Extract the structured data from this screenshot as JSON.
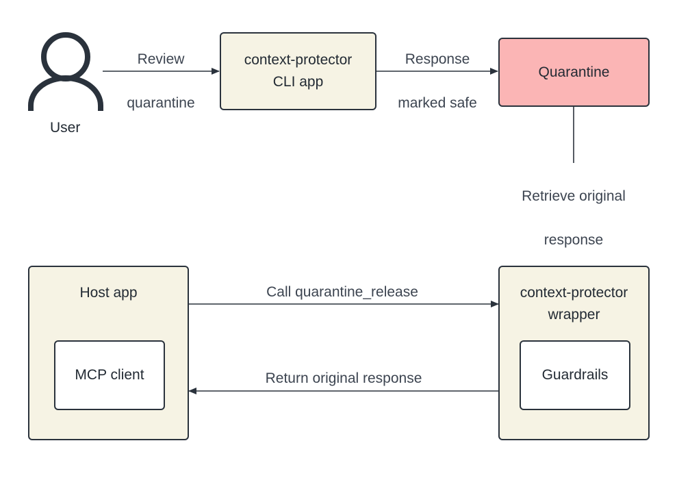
{
  "nodes": {
    "user": {
      "label": "User"
    },
    "cli_app": {
      "label_line1": "context-protector",
      "label_line2": "CLI app"
    },
    "quarantine": {
      "label": "Quarantine"
    },
    "host_app": {
      "label": "Host app"
    },
    "mcp_client": {
      "label": "MCP client"
    },
    "wrapper": {
      "label_line1": "context-protector",
      "label_line2": "wrapper"
    },
    "guardrails": {
      "label": "Guardrails"
    }
  },
  "edges": {
    "review_quarantine": {
      "line1": "Review",
      "line2": "quarantine"
    },
    "response_marked_safe": {
      "line1": "Response",
      "line2": "marked safe"
    },
    "retrieve_original_response": {
      "line1": "Retrieve original",
      "line2": "response"
    },
    "call_quarantine_release": {
      "label": "Call quarantine_release"
    },
    "return_original_response": {
      "label": "Return original response"
    }
  },
  "colors": {
    "stroke": "#2a323c",
    "box_fill": "#f6f3e4",
    "quarantine_fill": "#fbb5b5",
    "inner_fill": "#ffffff"
  }
}
